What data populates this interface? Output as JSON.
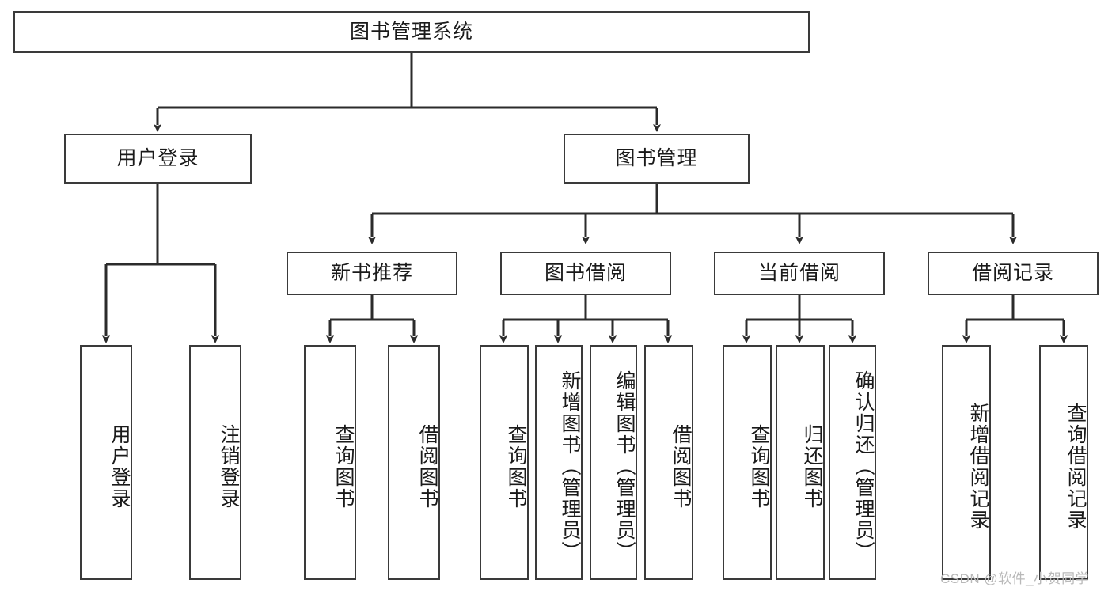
{
  "diagram": {
    "title": "图书管理系统",
    "type": "hierarchy-tree",
    "root": {
      "label": "图书管理系统"
    },
    "level2": [
      {
        "label": "用户登录"
      },
      {
        "label": "图书管理"
      }
    ],
    "level3": [
      {
        "label": "新书推荐"
      },
      {
        "label": "图书借阅"
      },
      {
        "label": "当前借阅"
      },
      {
        "label": "借阅记录"
      }
    ],
    "leaves": {
      "user_login": [
        {
          "label": "用户登录"
        },
        {
          "label": "注销登录"
        }
      ],
      "new_book_recommend": [
        {
          "label": "查询图书"
        },
        {
          "label": "借阅图书"
        }
      ],
      "book_borrow": [
        {
          "label": "查询图书"
        },
        {
          "label": "新增图书（管理员）"
        },
        {
          "label": "编辑图书（管理员）"
        },
        {
          "label": "借阅图书"
        }
      ],
      "current_borrow": [
        {
          "label": "查询图书"
        },
        {
          "label": "归还图书"
        },
        {
          "label": "确认归还（管理员）"
        }
      ],
      "borrow_record": [
        {
          "label": "新增借阅记录"
        },
        {
          "label": "查询借阅记录"
        }
      ]
    }
  },
  "watermark": {
    "text": "CSDN @软件_小贺同学"
  },
  "colors": {
    "box_border": "#3a3a3a",
    "box_fill": "#ffffff",
    "wire": "#2b2b2b",
    "text": "#1a1a1a",
    "watermark": "#b9b9b9"
  }
}
